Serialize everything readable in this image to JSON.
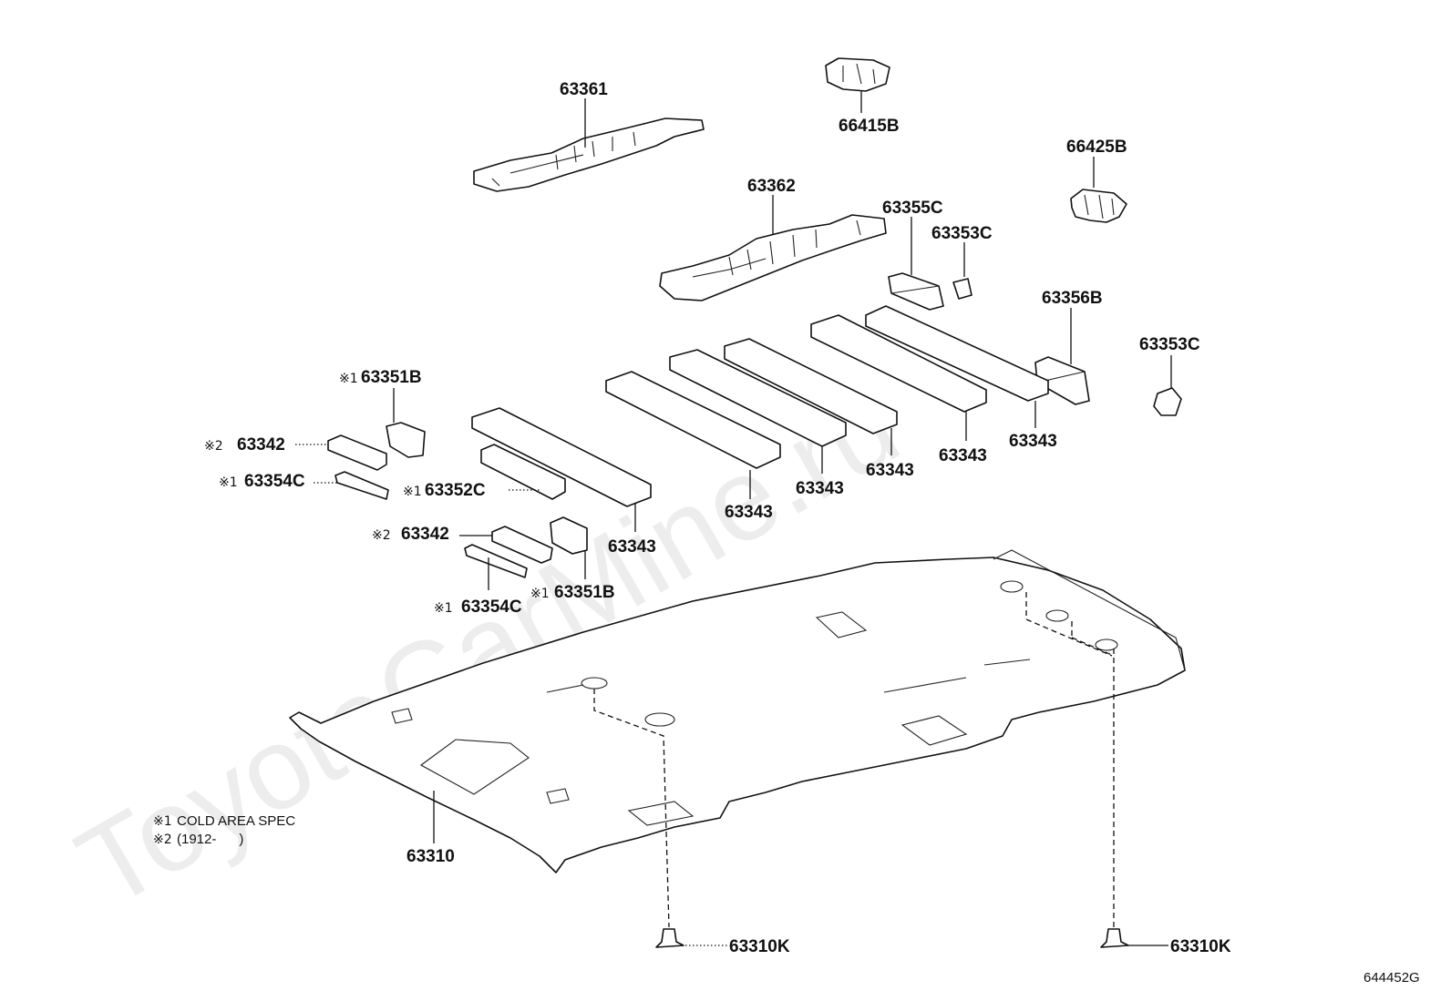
{
  "watermark": "ToyotaCarMine.ru",
  "figure_code": "644452G",
  "legend": {
    "note1_mark": "※1",
    "note1_text": "COLD AREA SPEC",
    "note2_mark": "※2",
    "note2_text": "(1912-      )"
  },
  "parts": {
    "p63361": "63361",
    "p66415B": "66415B",
    "p66425B": "66425B",
    "p63362": "63362",
    "p63355C": "63355C",
    "p63353C_a": "63353C",
    "p63356B": "63356B",
    "p63353C_b": "63353C",
    "p63351B_a": "63351B",
    "p63342_a": "63342",
    "p63354C_a": "63354C",
    "p63352C": "63352C",
    "p63342_b": "63342",
    "p63354C_b": "63354C",
    "p63351B_b": "63351B",
    "p63343_1": "63343",
    "p63343_2": "63343",
    "p63343_3": "63343",
    "p63343_4": "63343",
    "p63343_5": "63343",
    "p63343_6": "63343",
    "p63310": "63310",
    "p63310K_a": "63310K",
    "p63310K_b": "63310K"
  },
  "marks": {
    "m1": "※1",
    "m2": "※2"
  }
}
